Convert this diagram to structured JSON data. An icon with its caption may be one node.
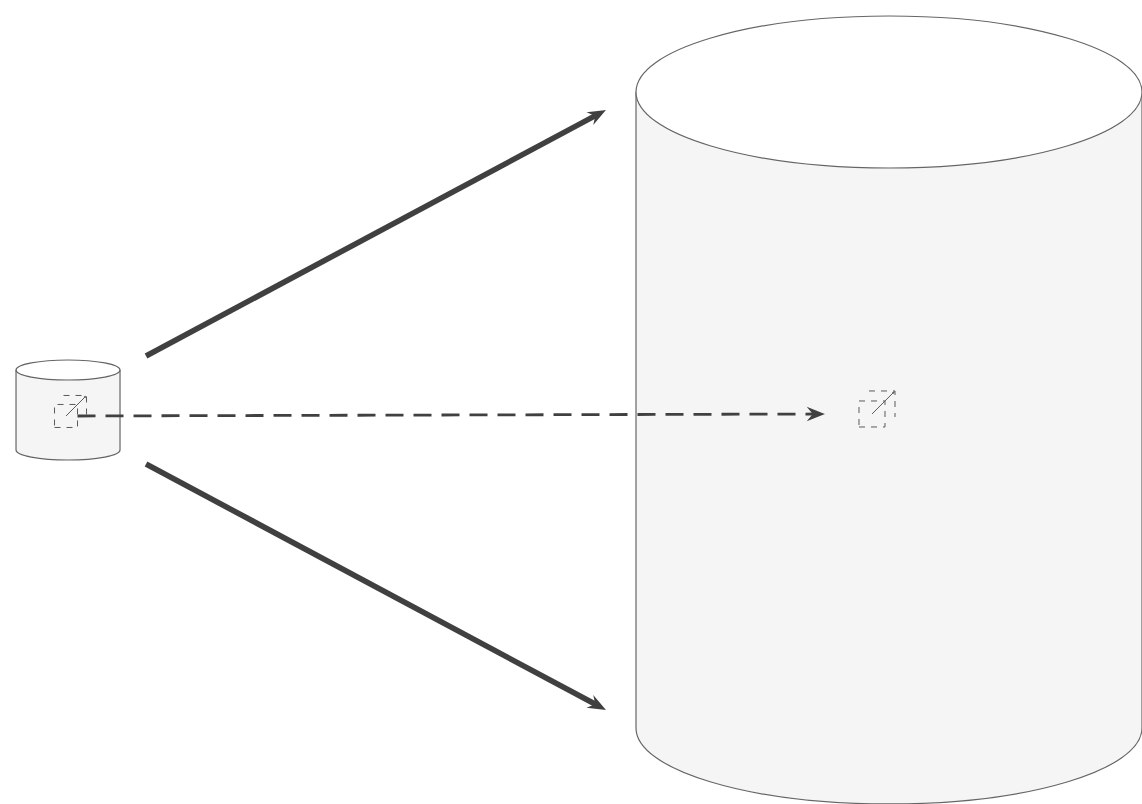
{
  "diagram": {
    "nodes": [
      {
        "text": [],
        "shape": "cylinder"
      },
      {
        "text": [],
        "shape": "box",
        "in": 0
      },
      {
        "text": [],
        "shape": "cylinder"
      },
      {
        "text": [],
        "shape": "box",
        "in": 2
      }
    ],
    "edges": [
      {
        "from": 0,
        "to": 2,
        "arrow": "to"
      },
      {
        "from": 1,
        "to": 3,
        "arrow": "to",
        "style": "dashed"
      },
      {
        "from": 0,
        "to": 2,
        "arrow": "to"
      }
    ]
  }
}
